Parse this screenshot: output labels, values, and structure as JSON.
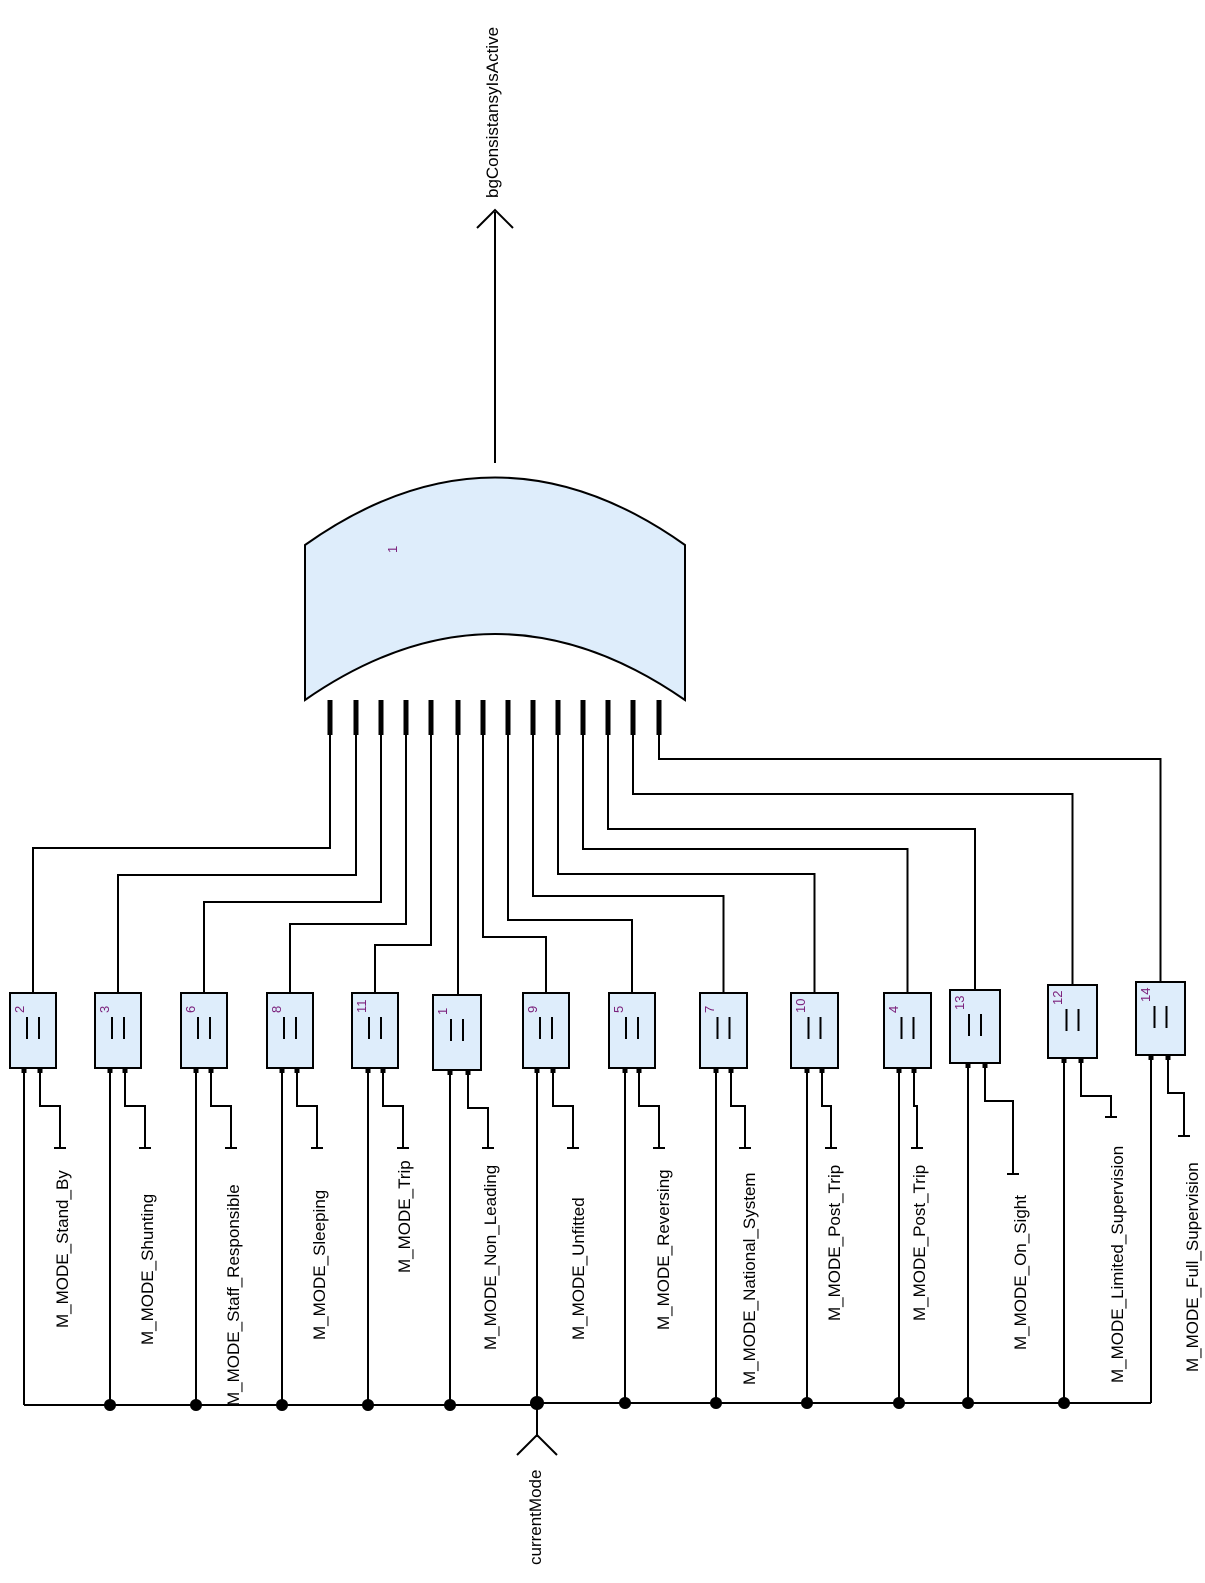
{
  "output_signal": "bgConsistansyIsActive",
  "input_signal": "currentMode",
  "or_block": {
    "number": "1"
  },
  "compare_blocks": [
    {
      "number": "2",
      "constant": "M_MODE_Stand_By"
    },
    {
      "number": "3",
      "constant": "M_MODE_Shunting"
    },
    {
      "number": "6",
      "constant": "M_MODE_Staff_Responsible"
    },
    {
      "number": "8",
      "constant": "M_MODE_Sleeping"
    },
    {
      "number": "11",
      "constant": "M_MODE_Trip"
    },
    {
      "number": "1",
      "constant": "M_MODE_Non_Leading"
    },
    {
      "number": "9",
      "constant": "M_MODE_Unfitted"
    },
    {
      "number": "5",
      "constant": "M_MODE_Reversing"
    },
    {
      "number": "7",
      "constant": "M_MODE_National_System"
    },
    {
      "number": "10",
      "constant": "M_MODE_Post_Trip"
    },
    {
      "number": "4",
      "constant": "M_MODE_Post_Trip"
    },
    {
      "number": "13",
      "constant": "M_MODE_On_Sight"
    },
    {
      "number": "12",
      "constant": "M_MODE_Limited_Supervision"
    },
    {
      "number": "14",
      "constant": "M_MODE_Full_Supervision"
    }
  ],
  "colors": {
    "block_fill": "#deedfb",
    "number_text": "#7a1e7a",
    "line": "#000000"
  }
}
